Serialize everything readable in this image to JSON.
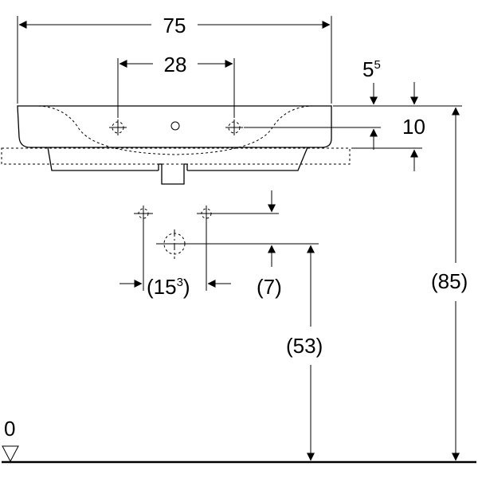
{
  "dimensions": {
    "overall_width": "75",
    "tap_hole_spacing": "28",
    "rim_thickness_base": "5",
    "rim_thickness_sup": "5",
    "basin_depth": "10",
    "overall_height": "(85)",
    "waste_height": "(53)",
    "waste_offset": "(7)",
    "supply_spacing_base": "(15",
    "supply_spacing_sup": "3",
    "supply_spacing_close": ")"
  },
  "floor_level": "0"
}
